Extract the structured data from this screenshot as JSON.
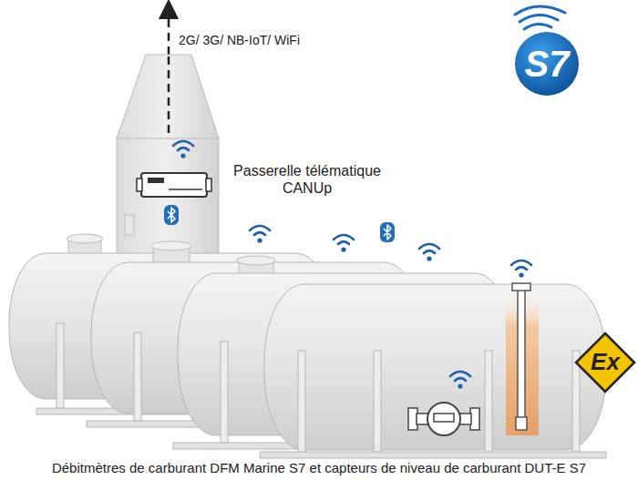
{
  "diagram": {
    "caption": "Débitmètres de carburant DFM Marine S7 et capteurs de niveau de carburant DUT-E S7",
    "labels": [
      "2G/ 3G/ NB-IoT/ WiFi",
      "Passerelle télématique CANUp",
      "S7",
      "Ex"
    ]
  }
}
